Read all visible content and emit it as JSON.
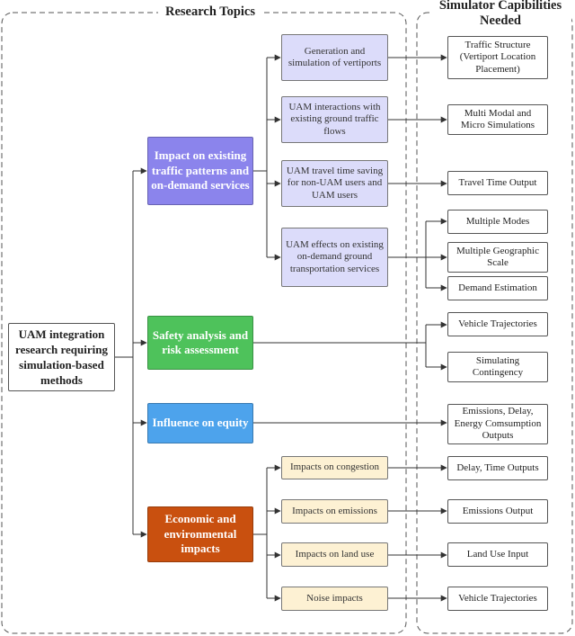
{
  "groups": {
    "research_topics": "Research Topics",
    "simulator_capabilities": "Simulator Capibilities\nNeeded"
  },
  "root": "UAM integration research requiring simulation-based methods",
  "topics": [
    {
      "id": "traffic",
      "label": "Impact on existing traffic patterns and on-demand services",
      "color": "#8b84ec"
    },
    {
      "id": "safety",
      "label": "Safety analysis and risk assessment",
      "color": "#4ec25b"
    },
    {
      "id": "equity",
      "label": "Influence on equity",
      "color": "#4da3ec"
    },
    {
      "id": "economic",
      "label": "Economic and environmental impacts",
      "color": "#c9500f"
    }
  ],
  "subtopics": [
    {
      "label": "Generation and simulation of vertiports"
    },
    {
      "label": "UAM interactions with existing ground traffic flows"
    },
    {
      "label": "UAM travel time saving for non-UAM users and UAM users"
    },
    {
      "label": "UAM effects on existing on-demand ground transportation services"
    },
    {
      "label": "Impacts on congestion"
    },
    {
      "label": "Impacts on emissions"
    },
    {
      "label": "Impacts on land use"
    },
    {
      "label": "Noise impacts"
    }
  ],
  "capabilities": [
    {
      "label": "Traffic Structure (Vertiport Location Placement)"
    },
    {
      "label": "Multi Modal and Micro Simulations"
    },
    {
      "label": "Travel Time Output"
    },
    {
      "label": "Multiple Modes"
    },
    {
      "label": "Multiple Geographic Scale"
    },
    {
      "label": "Demand Estimation"
    },
    {
      "label": "Vehicle Trajectories"
    },
    {
      "label": "Simulating Contingency"
    },
    {
      "label": "Emissions, Delay, Energy Comsumption Outputs"
    },
    {
      "label": "Delay, Time Outputs"
    },
    {
      "label": "Emissions Output"
    },
    {
      "label": "Land Use Input"
    },
    {
      "label": "Vehicle Trajectories"
    }
  ],
  "colors": {
    "subtopic_lavender": "#dcdcfa",
    "subtopic_cream": "#fdf1d3"
  }
}
